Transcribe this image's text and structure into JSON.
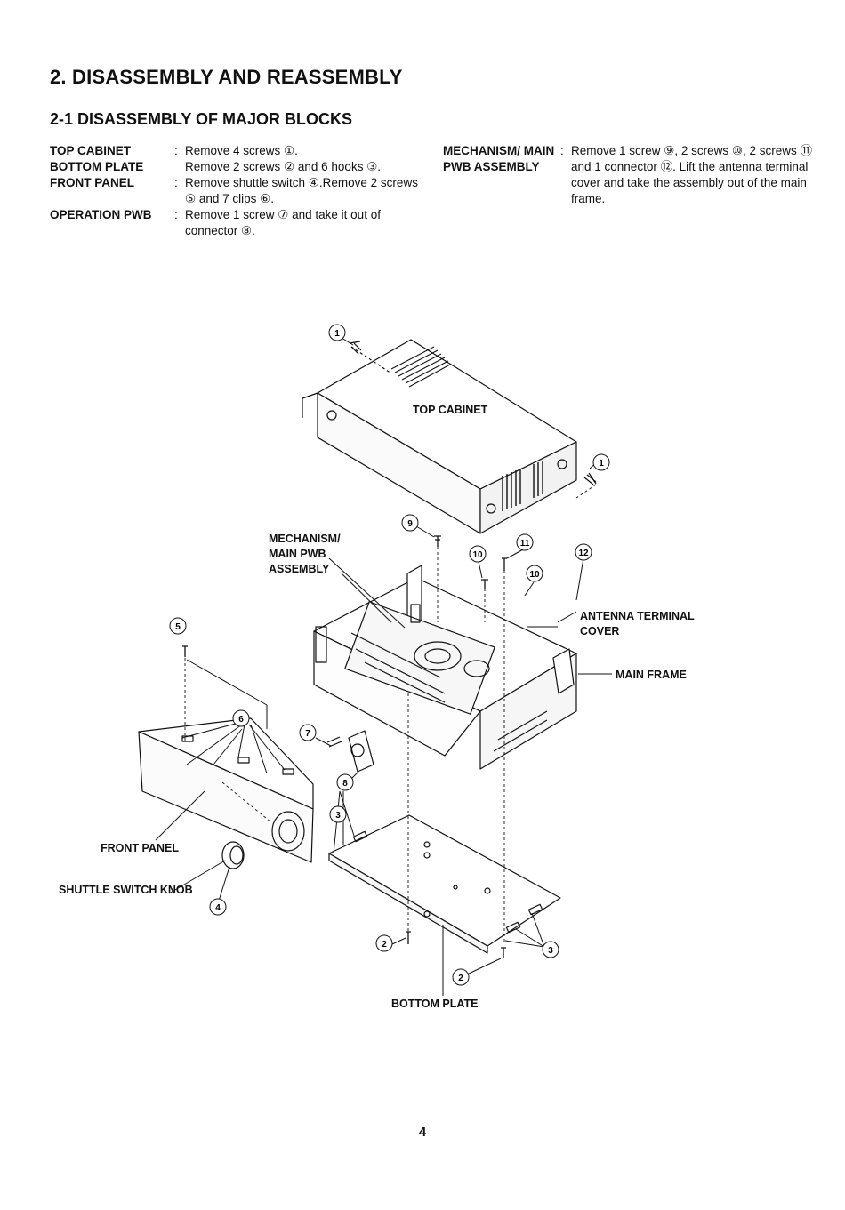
{
  "heading": "2. DISASSEMBLY AND REASSEMBLY",
  "subheading": "2-1 DISASSEMBLY OF MAJOR BLOCKS",
  "steps_left": [
    {
      "part": "TOP CABINET",
      "sep": ":",
      "text": "Remove 4 screws ①."
    },
    {
      "part": "BOTTOM PLATE",
      "sep": "",
      "text": "Remove 2 screws ② and 6 hooks ③."
    },
    {
      "part": "FRONT PANEL",
      "sep": ":",
      "text": "Remove shuttle switch ④.Remove 2 screws ⑤ and 7 clips ⑥."
    },
    {
      "part": "OPERATION PWB",
      "sep": ":",
      "text": "Remove 1 screw ⑦ and take it out of connector ⑧."
    }
  ],
  "steps_right": [
    {
      "part": "MECHANISM/ MAIN PWB ASSEMBLY",
      "sep": ":",
      "text": "Remove 1 screw ⑨, 2 screws ⑩, 2 screws ⑪ and 1 connector ⑫. Lift the antenna terminal cover and take the assembly out of the main frame."
    }
  ],
  "callouts": {
    "top_cabinet": "TOP CABINET",
    "mechanism_1": "MECHANISM/",
    "mechanism_2": "MAIN PWB",
    "mechanism_3": "ASSEMBLY",
    "antenna_1": "ANTENNA TERMINAL",
    "antenna_2": "COVER",
    "main_frame": "MAIN FRAME",
    "front_panel": "FRONT PANEL",
    "shuttle_knob": "SHUTTLE SWITCH KNOB",
    "bottom_plate": "BOTTOM PLATE"
  },
  "markers": [
    "1",
    "1",
    "2",
    "2",
    "3",
    "3",
    "4",
    "5",
    "6",
    "7",
    "8",
    "9",
    "10",
    "10",
    "11",
    "12"
  ],
  "page_number": "4"
}
